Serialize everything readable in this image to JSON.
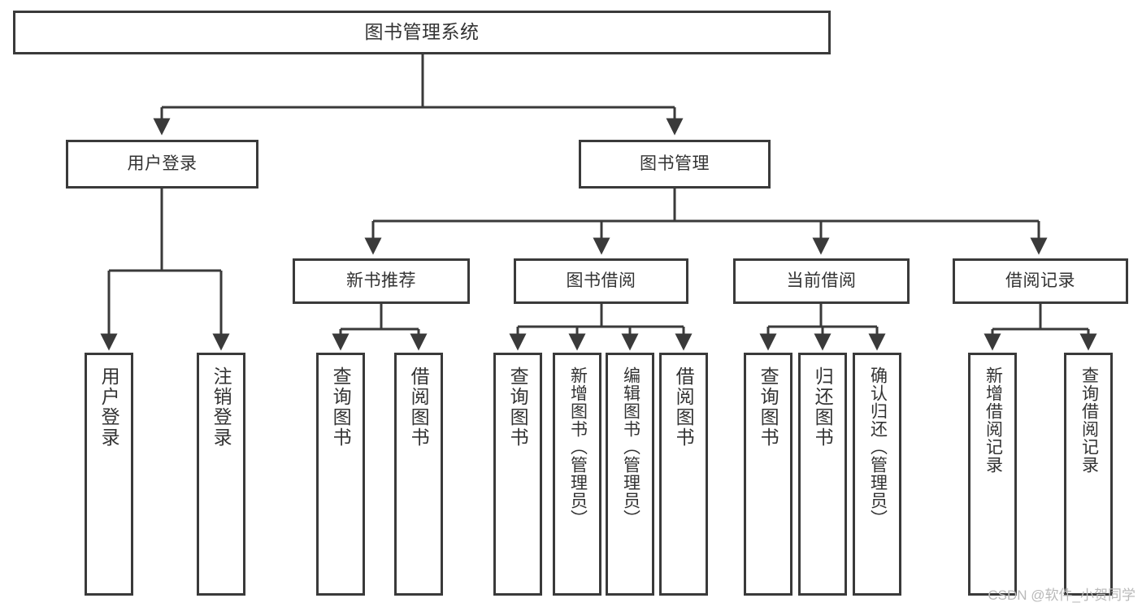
{
  "diagram": {
    "title": "图书管理系统",
    "watermark": "CSDN @软件_小贺同学",
    "colors": {
      "stroke": "#3a3a3a",
      "fill": "#ffffff",
      "text": "#333333",
      "watermark": "#b9b9b9"
    },
    "nodes": {
      "root": "图书管理系统",
      "user_login": "用户登录",
      "book_manage": "图书管理",
      "new_book_rec": "新书推荐",
      "book_borrow": "图书借阅",
      "current_borrow": "当前借阅",
      "borrow_record": "借阅记录",
      "leaf_user_login": "用户登录",
      "leaf_logout": "注销登录",
      "leaf_query_book_1": "查询图书",
      "leaf_borrow_book_1": "借阅图书",
      "leaf_query_book_2": "查询图书",
      "leaf_add_book_admin": "新增图书（管理员）",
      "leaf_edit_book_admin": "编辑图书（管理员）",
      "leaf_borrow_book_2": "借阅图书",
      "leaf_query_book_3": "查询图书",
      "leaf_return_book": "归还图书",
      "leaf_confirm_return_admin": "确认归还（管理员）",
      "leaf_add_record": "新增借阅记录",
      "leaf_query_record": "查询借阅记录"
    }
  }
}
